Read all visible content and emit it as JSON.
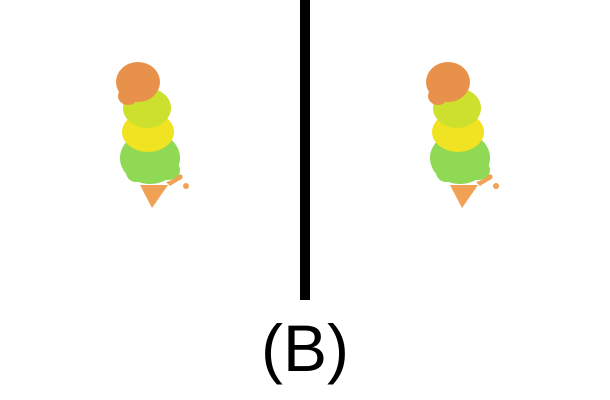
{
  "caption": "(B)",
  "colors": {
    "background": "#ffffff",
    "divider": "#000000",
    "scoop_top": "#e8914a",
    "scoop_yellow_green": "#cde02e",
    "scoop_yellow": "#f0e321",
    "scoop_green": "#8fd954",
    "cone": "#f0a154"
  },
  "panels": [
    {
      "side": "left",
      "icon": "ice-cream-cone-icon"
    },
    {
      "side": "right",
      "icon": "ice-cream-cone-icon"
    }
  ]
}
